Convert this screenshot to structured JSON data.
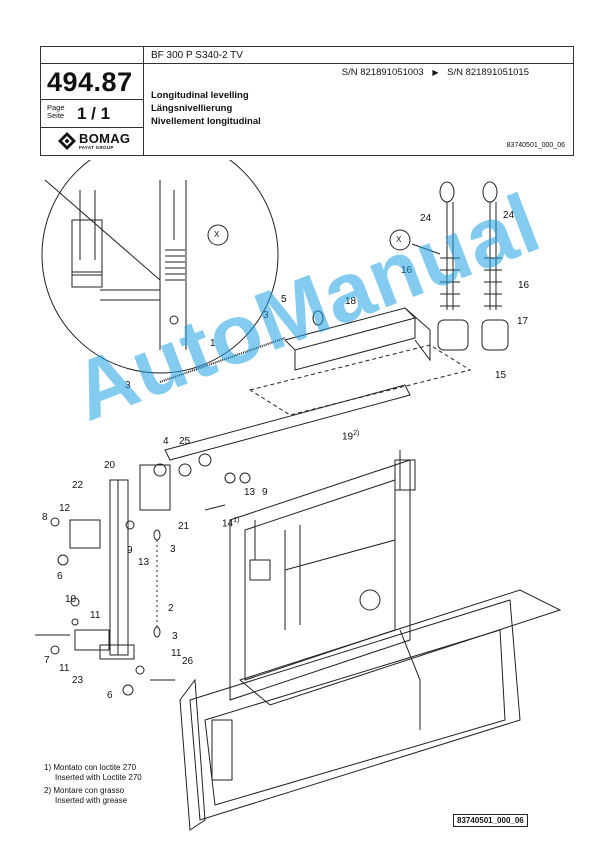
{
  "header": {
    "model": "BF 300 P S340-2 TV",
    "doc_number": "494.87",
    "page_label": "Page\nSeite",
    "page_count": "1 / 1",
    "brand_name": "BOMAG",
    "brand_sub": "FAYAT GROUP",
    "serial_from": "S/N 821891051003",
    "serial_arrow": "▶",
    "serial_to": "S/N 821891051015",
    "title_en": "Longitudinal levelling",
    "title_de": "Längsnivellierung",
    "title_fr": "Nivellement longitudinal",
    "drawing_code": "83740501_000_06"
  },
  "callouts": {
    "c1": "1",
    "c2": "2",
    "c3a": "3",
    "c3b": "3",
    "c3c": "3",
    "c3d": "3",
    "c4": "4",
    "c5": "5",
    "c6a": "6",
    "c6b": "6",
    "c7": "7",
    "c8": "8",
    "c9a": "9",
    "c9b": "9",
    "c10": "10",
    "c11a": "11",
    "c11b": "11",
    "c11c": "11",
    "c12": "12",
    "c13a": "13",
    "c13b": "13",
    "c14": "14",
    "c14sup": "1)",
    "c15": "15",
    "c16a": "16",
    "c16b": "16",
    "c17": "17",
    "c18": "18",
    "c19": "19",
    "c19sup": "2)",
    "c20": "20",
    "c21": "21",
    "c22": "22",
    "c23": "23",
    "c24a": "24",
    "c24b": "24",
    "c25": "25",
    "c26": "26",
    "xa": "X",
    "xb": "X"
  },
  "notes": {
    "n1_it": "1) Montato con loctite 270",
    "n1_en": "Inserted with Loctite 270",
    "n2_it": "2) Montare con grasso",
    "n2_en": "Inserted with grease"
  },
  "footer_code": "83740501_000_06",
  "watermark": "AutoManual",
  "colors": {
    "watermark": "#1ea0e1",
    "line": "#222222"
  }
}
